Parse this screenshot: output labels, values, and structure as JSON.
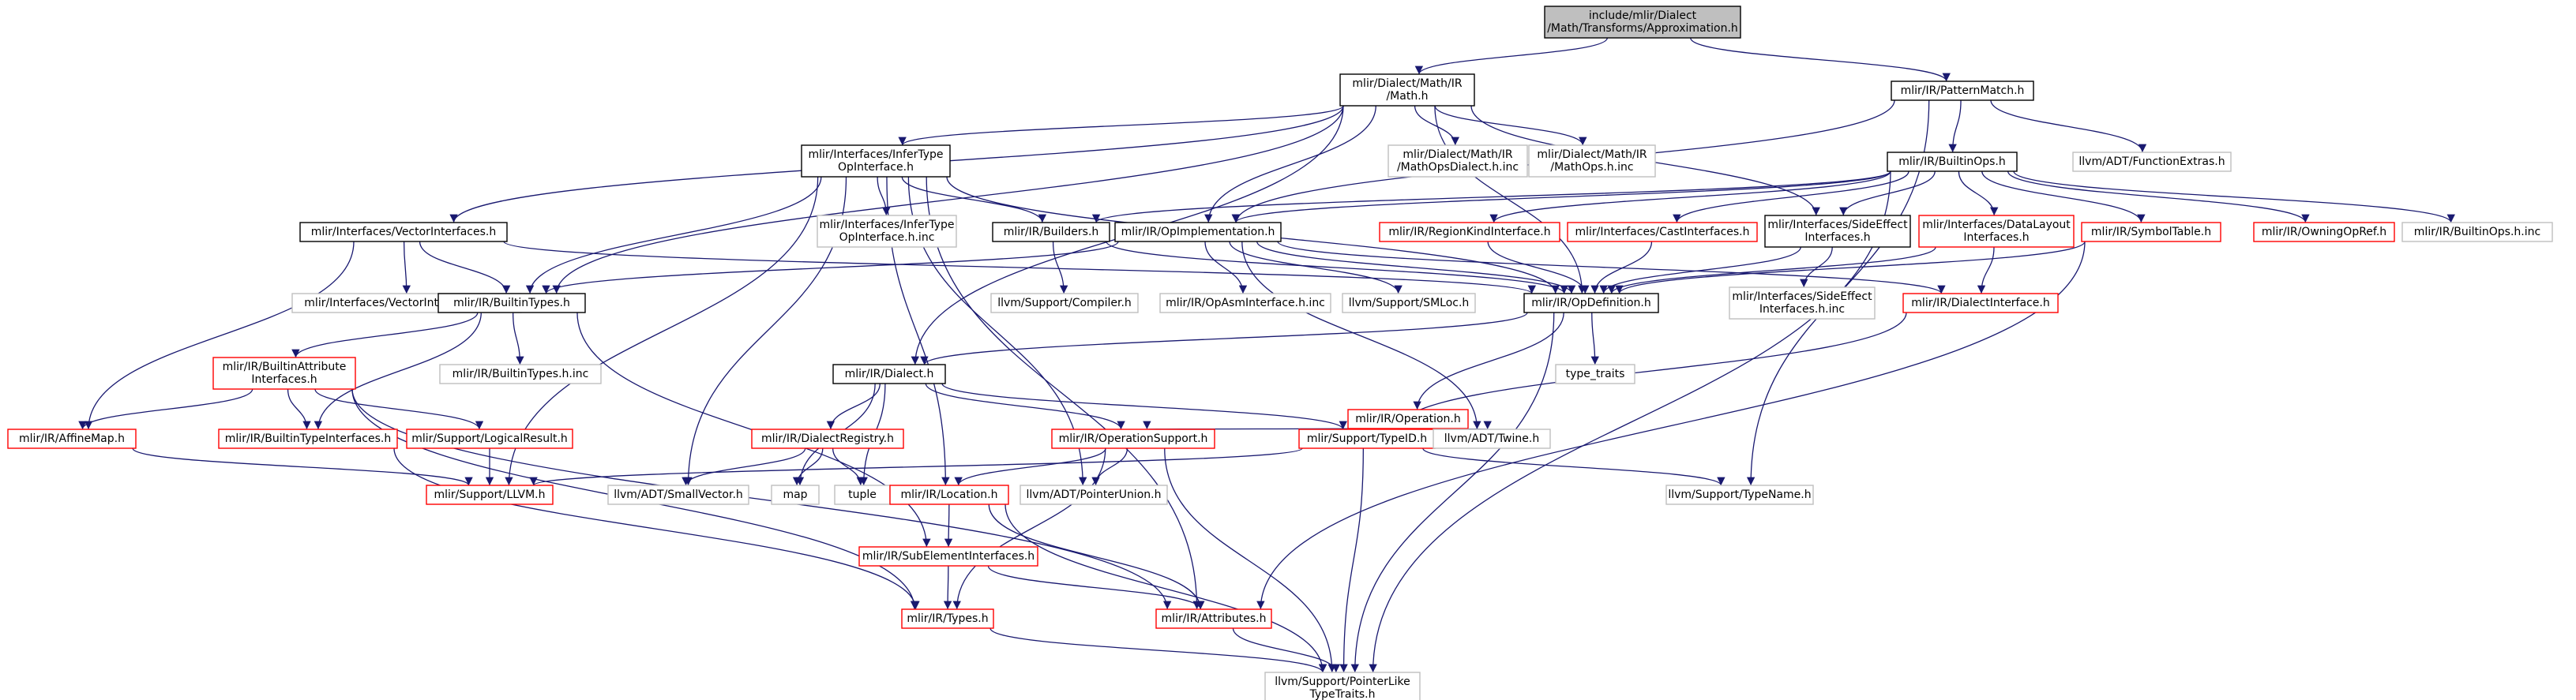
{
  "colors": {
    "root_fill": "#bfbfbf",
    "node_fill": "#ffffff",
    "normal_border": "#000000",
    "red_border": "#ff0000",
    "gray_border": "#bfbfbf",
    "text": "#000000",
    "edge": "#191970"
  },
  "nodes": [
    {
      "id": "root",
      "lines": [
        "include/mlir/Dialect",
        "/Math/Transforms/Approximation.h"
      ],
      "style": "root"
    },
    {
      "id": "mathh",
      "lines": [
        "mlir/Dialect/Math/IR",
        "/Math.h"
      ],
      "style": "normal"
    },
    {
      "id": "patternmatch",
      "lines": [
        "mlir/IR/PatternMatch.h"
      ],
      "style": "normal"
    },
    {
      "id": "infertype",
      "lines": [
        "mlir/Interfaces/InferType",
        "OpInterface.h"
      ],
      "style": "normal"
    },
    {
      "id": "mathopsdialect",
      "lines": [
        "mlir/Dialect/Math/IR",
        "/MathOpsDialect.h.inc"
      ],
      "style": "gray"
    },
    {
      "id": "mathopsinc",
      "lines": [
        "mlir/Dialect/Math/IR",
        "/MathOps.h.inc"
      ],
      "style": "gray"
    },
    {
      "id": "builtinops",
      "lines": [
        "mlir/IR/BuiltinOps.h"
      ],
      "style": "normal"
    },
    {
      "id": "functionextras",
      "lines": [
        "llvm/ADT/FunctionExtras.h"
      ],
      "style": "gray"
    },
    {
      "id": "vectorinterfaces",
      "lines": [
        "mlir/Interfaces/VectorInterfaces.h"
      ],
      "style": "normal"
    },
    {
      "id": "infertypeinc",
      "lines": [
        "mlir/Interfaces/InferType",
        "OpInterface.h.inc"
      ],
      "style": "gray"
    },
    {
      "id": "buildersh",
      "lines": [
        "mlir/IR/Builders.h"
      ],
      "style": "normal"
    },
    {
      "id": "opimpl",
      "lines": [
        "mlir/IR/OpImplementation.h"
      ],
      "style": "normal"
    },
    {
      "id": "regionkind",
      "lines": [
        "mlir/IR/RegionKindInterface.h"
      ],
      "style": "red"
    },
    {
      "id": "castinterfaces",
      "lines": [
        "mlir/Interfaces/CastInterfaces.h"
      ],
      "style": "red"
    },
    {
      "id": "sideeffect",
      "lines": [
        "mlir/Interfaces/SideEffect",
        "Interfaces.h"
      ],
      "style": "normal"
    },
    {
      "id": "datalayout",
      "lines": [
        "mlir/Interfaces/DataLayout",
        "Interfaces.h"
      ],
      "style": "red"
    },
    {
      "id": "symboltable",
      "lines": [
        "mlir/IR/SymbolTable.h"
      ],
      "style": "red"
    },
    {
      "id": "owningopref",
      "lines": [
        "mlir/IR/OwningOpRef.h"
      ],
      "style": "red"
    },
    {
      "id": "builtinopsinc",
      "lines": [
        "mlir/IR/BuiltinOps.h.inc"
      ],
      "style": "gray"
    },
    {
      "id": "vectorinterfacesinc",
      "lines": [
        "mlir/Interfaces/VectorInterfaces.h.inc"
      ],
      "style": "gray"
    },
    {
      "id": "builtintypes",
      "lines": [
        "mlir/IR/BuiltinTypes.h"
      ],
      "style": "normal"
    },
    {
      "id": "compilerh",
      "lines": [
        "llvm/Support/Compiler.h"
      ],
      "style": "gray"
    },
    {
      "id": "opasminc",
      "lines": [
        "mlir/IR/OpAsmInterface.h.inc"
      ],
      "style": "gray"
    },
    {
      "id": "smloc",
      "lines": [
        "llvm/Support/SMLoc.h"
      ],
      "style": "gray"
    },
    {
      "id": "opdefinition",
      "lines": [
        "mlir/IR/OpDefinition.h"
      ],
      "style": "normal"
    },
    {
      "id": "sideeffectinc",
      "lines": [
        "mlir/Interfaces/SideEffect",
        "Interfaces.h.inc"
      ],
      "style": "gray"
    },
    {
      "id": "dialectinterface",
      "lines": [
        "mlir/IR/DialectInterface.h"
      ],
      "style": "red"
    },
    {
      "id": "builtinattrinterfaces",
      "lines": [
        "mlir/IR/BuiltinAttribute",
        "Interfaces.h"
      ],
      "style": "red"
    },
    {
      "id": "builtintypesinc",
      "lines": [
        "mlir/IR/BuiltinTypes.h.inc"
      ],
      "style": "gray"
    },
    {
      "id": "dialecth",
      "lines": [
        "mlir/IR/Dialect.h"
      ],
      "style": "normal"
    },
    {
      "id": "typetraits",
      "lines": [
        "type_traits"
      ],
      "style": "gray"
    },
    {
      "id": "operationh",
      "lines": [
        "mlir/IR/Operation.h"
      ],
      "style": "red"
    },
    {
      "id": "affinemap",
      "lines": [
        "mlir/IR/AffineMap.h"
      ],
      "style": "red"
    },
    {
      "id": "builtintypeinterfaces",
      "lines": [
        "mlir/IR/BuiltinTypeInterfaces.h"
      ],
      "style": "red"
    },
    {
      "id": "logicalresult",
      "lines": [
        "mlir/Support/LogicalResult.h"
      ],
      "style": "red"
    },
    {
      "id": "dialectregistry",
      "lines": [
        "mlir/IR/DialectRegistry.h"
      ],
      "style": "red"
    },
    {
      "id": "operationsupport",
      "lines": [
        "mlir/IR/OperationSupport.h"
      ],
      "style": "red"
    },
    {
      "id": "typeid",
      "lines": [
        "mlir/Support/TypeID.h"
      ],
      "style": "red"
    },
    {
      "id": "twine",
      "lines": [
        "llvm/ADT/Twine.h"
      ],
      "style": "gray"
    },
    {
      "id": "supportllvm",
      "lines": [
        "mlir/Support/LLVM.h"
      ],
      "style": "red"
    },
    {
      "id": "smallvector",
      "lines": [
        "llvm/ADT/SmallVector.h"
      ],
      "style": "gray"
    },
    {
      "id": "map",
      "lines": [
        "map"
      ],
      "style": "gray"
    },
    {
      "id": "tuple",
      "lines": [
        "tuple"
      ],
      "style": "gray"
    },
    {
      "id": "locationh",
      "lines": [
        "mlir/IR/Location.h"
      ],
      "style": "red"
    },
    {
      "id": "pointerunion",
      "lines": [
        "llvm/ADT/PointerUnion.h"
      ],
      "style": "gray"
    },
    {
      "id": "typename",
      "lines": [
        "llvm/Support/TypeName.h"
      ],
      "style": "gray"
    },
    {
      "id": "subelement",
      "lines": [
        "mlir/IR/SubElementInterfaces.h"
      ],
      "style": "red"
    },
    {
      "id": "typesh",
      "lines": [
        "mlir/IR/Types.h"
      ],
      "style": "red"
    },
    {
      "id": "attributes",
      "lines": [
        "mlir/IR/Attributes.h"
      ],
      "style": "red"
    },
    {
      "id": "pointerlike",
      "lines": [
        "llvm/Support/PointerLike",
        "TypeTraits.h"
      ],
      "style": "gray"
    }
  ],
  "edges": [
    [
      "root",
      "mathh"
    ],
    [
      "root",
      "patternmatch"
    ],
    [
      "mathh",
      "infertype"
    ],
    [
      "mathh",
      "mathopsdialect"
    ],
    [
      "mathh",
      "mathopsinc"
    ],
    [
      "mathh",
      "vectorinterfaces"
    ],
    [
      "mathh",
      "builtintypes"
    ],
    [
      "mathh",
      "opimpl"
    ],
    [
      "mathh",
      "opdefinition"
    ],
    [
      "mathh",
      "sideeffect"
    ],
    [
      "mathh",
      "dialecth"
    ],
    [
      "patternmatch",
      "builtinops"
    ],
    [
      "patternmatch",
      "functionextras"
    ],
    [
      "patternmatch",
      "opimpl"
    ],
    [
      "patternmatch",
      "typename"
    ],
    [
      "infertype",
      "buildersh"
    ],
    [
      "infertype",
      "infertypeinc"
    ],
    [
      "infertype",
      "opdefinition"
    ],
    [
      "infertype",
      "builtintypes"
    ],
    [
      "infertype",
      "smallvector"
    ],
    [
      "infertype",
      "supportllvm"
    ],
    [
      "infertype",
      "locationh"
    ],
    [
      "infertype",
      "attributes"
    ],
    [
      "infertype",
      "pointerunion"
    ],
    [
      "builtinops",
      "regionkind"
    ],
    [
      "builtinops",
      "castinterfaces"
    ],
    [
      "builtinops",
      "sideeffect"
    ],
    [
      "builtinops",
      "datalayout"
    ],
    [
      "builtinops",
      "symboltable"
    ],
    [
      "builtinops",
      "owningopref"
    ],
    [
      "builtinops",
      "builtinopsinc"
    ],
    [
      "builtinops",
      "buildersh"
    ],
    [
      "builtinops",
      "opimpl"
    ],
    [
      "builtinops",
      "pointerlike"
    ],
    [
      "vectorinterfaces",
      "vectorinterfacesinc"
    ],
    [
      "vectorinterfaces",
      "builtintypes"
    ],
    [
      "vectorinterfaces",
      "opdefinition"
    ],
    [
      "vectorinterfaces",
      "affinemap"
    ],
    [
      "buildersh",
      "compilerh"
    ],
    [
      "buildersh",
      "opdefinition"
    ],
    [
      "opimpl",
      "builtintypes"
    ],
    [
      "opimpl",
      "opasminc"
    ],
    [
      "opimpl",
      "smloc"
    ],
    [
      "opimpl",
      "opdefinition"
    ],
    [
      "opimpl",
      "dialectinterface"
    ],
    [
      "opimpl",
      "twine"
    ],
    [
      "regionkind",
      "opdefinition"
    ],
    [
      "castinterfaces",
      "opdefinition"
    ],
    [
      "sideeffect",
      "opdefinition"
    ],
    [
      "sideeffect",
      "sideeffectinc"
    ],
    [
      "datalayout",
      "opdefinition"
    ],
    [
      "datalayout",
      "dialectinterface"
    ],
    [
      "symboltable",
      "opdefinition"
    ],
    [
      "symboltable",
      "attributes"
    ],
    [
      "builtintypes",
      "builtintypesinc"
    ],
    [
      "builtintypes",
      "builtinattrinterfaces"
    ],
    [
      "builtintypes",
      "builtintypeinterfaces"
    ],
    [
      "builtintypes",
      "subelement"
    ],
    [
      "builtinattrinterfaces",
      "affinemap"
    ],
    [
      "builtinattrinterfaces",
      "builtintypeinterfaces"
    ],
    [
      "builtinattrinterfaces",
      "logicalresult"
    ],
    [
      "builtinattrinterfaces",
      "typesh"
    ],
    [
      "builtinattrinterfaces",
      "attributes"
    ],
    [
      "opdefinition",
      "dialecth"
    ],
    [
      "opdefinition",
      "operationh"
    ],
    [
      "opdefinition",
      "typetraits"
    ],
    [
      "opdefinition",
      "pointerlike"
    ],
    [
      "dialectinterface",
      "typeid"
    ],
    [
      "dialecth",
      "dialectregistry"
    ],
    [
      "dialecth",
      "operationsupport"
    ],
    [
      "dialecth",
      "typeid"
    ],
    [
      "dialecth",
      "map"
    ],
    [
      "dialecth",
      "tuple"
    ],
    [
      "operationh",
      "operationsupport"
    ],
    [
      "operationh",
      "twine"
    ],
    [
      "affinemap",
      "supportllvm"
    ],
    [
      "builtintypeinterfaces",
      "typesh"
    ],
    [
      "logicalresult",
      "supportllvm"
    ],
    [
      "dialectregistry",
      "map"
    ],
    [
      "dialectregistry",
      "tuple"
    ],
    [
      "dialectregistry",
      "smallvector"
    ],
    [
      "operationsupport",
      "locationh"
    ],
    [
      "operationsupport",
      "pointerunion"
    ],
    [
      "operationsupport",
      "typesh"
    ],
    [
      "operationsupport",
      "pointerlike"
    ],
    [
      "typeid",
      "supportllvm"
    ],
    [
      "typeid",
      "typename"
    ],
    [
      "typeid",
      "pointerlike"
    ],
    [
      "locationh",
      "subelement"
    ],
    [
      "locationh",
      "attributes"
    ],
    [
      "locationh",
      "pointerlike"
    ],
    [
      "subelement",
      "typesh"
    ],
    [
      "subelement",
      "attributes"
    ],
    [
      "typesh",
      "pointerlike"
    ],
    [
      "attributes",
      "pointerlike"
    ]
  ]
}
